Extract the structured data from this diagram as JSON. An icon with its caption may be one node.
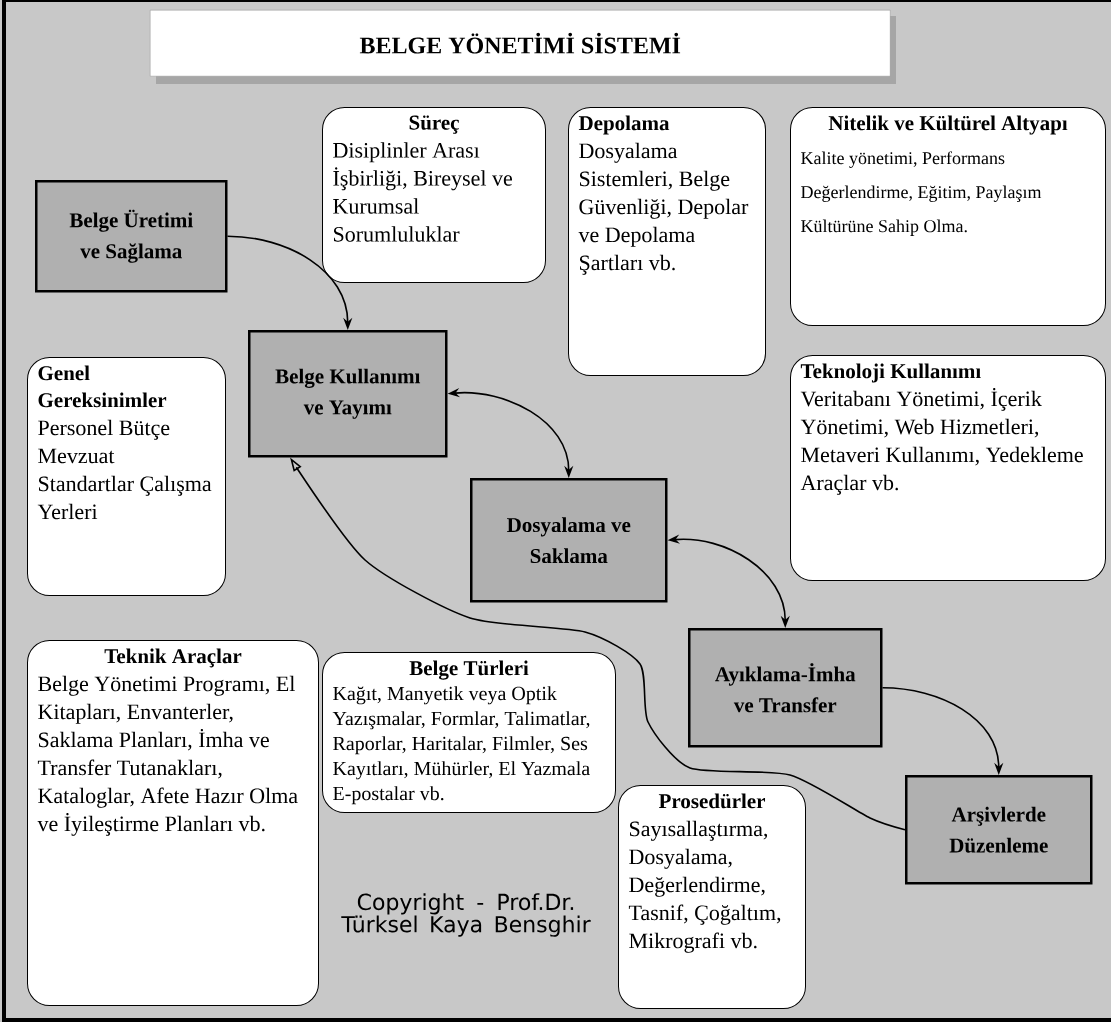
{
  "diagram": {
    "title": "BELGE YÖNETİMİ SİSTEMİ",
    "nodes": [
      {
        "text": [
          "Belge Üretimi ve Sağlama"
        ]
      },
      {
        "text": [
          "Süreç",
          "Disiplinler Arası İşbirliği, Bireysel ve Kurumsal Sorumluluklar"
        ]
      },
      {
        "text": [
          "Depolama",
          "Dosyalama Sistemleri, Belge Güvenliği, Depolar ve Depolama Şartları vb."
        ]
      },
      {
        "text": [
          "Nitelik ve Kültürel Altyapı",
          "Kalite yönetimi, Performans Değerlendirme, Eğitim, Paylaşım Kültürüne Sahip Olma."
        ]
      },
      {
        "text": [
          "Belge Kullanımı ve Yayımı"
        ]
      },
      {
        "text": [
          "Genel Gereksinimler",
          "Personel Bütçe Mevzuat Standartlar Çalışma Yerleri"
        ]
      },
      {
        "text": [
          "Teknoloji Kullanımı",
          "Veritabanı Yönetimi, İçerik Yönetimi, Web Hizmetleri, Metaveri Kullanımı, Yedekleme Araçlar vb."
        ]
      },
      {
        "text": [
          "Dosyalama ve Saklama"
        ]
      },
      {
        "text": [
          "Ayıklama-İmha ve Transfer"
        ]
      },
      {
        "text": [
          "Teknik Araçlar",
          "Belge Yönetimi Programı, El Kitapları, Envanterler, Saklama Planları, İmha ve Transfer Tutanakları, Kataloglar, Afete Hazır Olma ve İyileştirme Planları vb."
        ]
      },
      {
        "text": [
          "Belge Türleri",
          "Kağıt, Manyetik veya Optik Yazışmalar, Formlar, Talimatlar, Raporlar, Haritalar, Filmler, Ses Kayıtları, Mühürler, El Yazmala E-postalar vb."
        ]
      },
      {
        "text": [
          "Prosedürler",
          "Sayısallaştırma, Dosyalama, Değerlendirme, Tasnif, Çoğaltım, Mikrografi vb."
        ]
      },
      {
        "text": [
          "Arşivlerde Düzenleme"
        ]
      }
    ],
    "edges": [
      {
        "from": 0,
        "to": 4,
        "arrow": "to"
      },
      {
        "from": 4,
        "to": 7,
        "arrow": "both"
      },
      {
        "from": 7,
        "to": 8,
        "arrow": "both"
      },
      {
        "from": 8,
        "to": 12,
        "arrow": "to"
      },
      {
        "from": 12,
        "to": 4,
        "arrow": "to"
      }
    ],
    "labels": [
      "Copyright - Prof.Dr. Türksel Kaya Bensghir"
    ]
  }
}
